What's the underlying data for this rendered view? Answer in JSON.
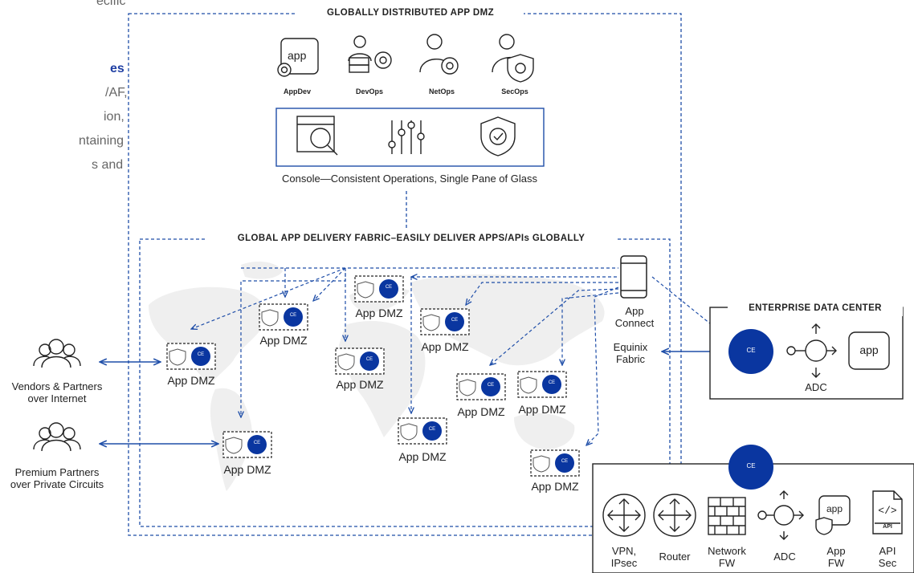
{
  "left_text": {
    "line0": "ecific",
    "heading": "es",
    "line1": "/AF,",
    "line2": "ion,",
    "line3": "ntaining",
    "line4": "s and"
  },
  "dmz_box": {
    "title": "GLOBALLY DISTRIBUTED APP DMZ",
    "roles": [
      "AppDev",
      "DevOps",
      "NetOps",
      "SecOps"
    ],
    "app_label": "app",
    "console_caption": "Console—Consistent Operations, Single Pane of Glass"
  },
  "fabric_box": {
    "title": "GLOBAL APP DELIVERY FABRIC–EASILY DELIVER APPS/APIs GLOBALLY",
    "dmz_label": "App DMZ",
    "ce_label": "CE",
    "app_connect": "App\nConnect",
    "equinix": "Equinix\nFabric"
  },
  "users": {
    "vendors": "Vendors & Partners\nover Internet",
    "premium": "Premium Partners\nover Private Circuits"
  },
  "enterprise": {
    "title": "ENTERPRISE DATA CENTER",
    "ce_label": "CE",
    "app_label": "app",
    "adc_label": "ADC"
  },
  "services": {
    "ce_label": "CE",
    "app_label": "app",
    "api_label": "API",
    "items": [
      "VPN,\nIPsec",
      "Router",
      "Network\nFW",
      "ADC",
      "App\nFW",
      "API\nSec"
    ]
  },
  "colors": {
    "blue": "#1f4ea8",
    "navy": "#0a36a0",
    "map": "#eeeeee"
  }
}
